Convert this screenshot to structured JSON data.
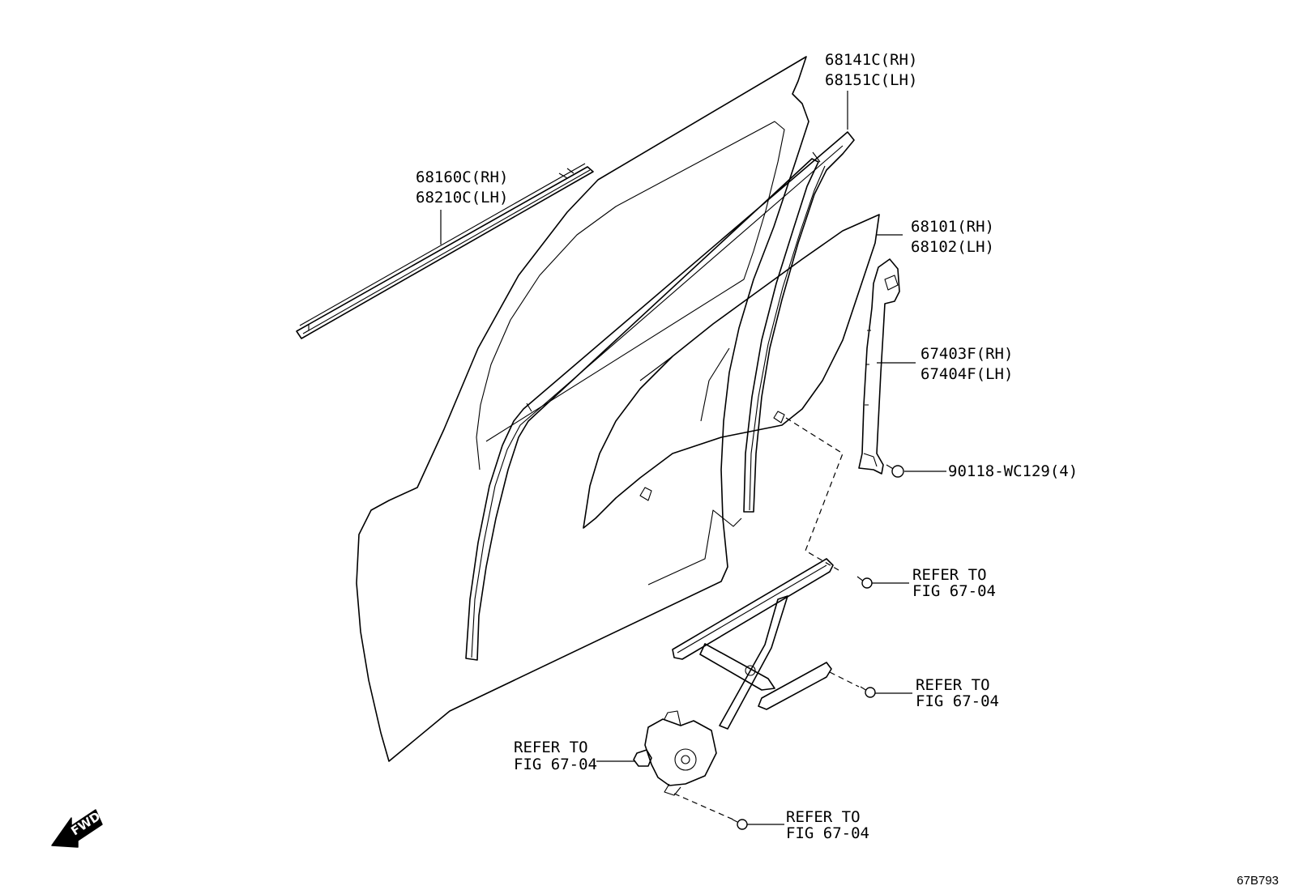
{
  "callouts": [
    {
      "id": "outer-weatherstrip",
      "lines": [
        "68160C(RH)",
        "68210C(LH)"
      ]
    },
    {
      "id": "run-channel",
      "lines": [
        "68141C(RH)",
        "68151C(LH)"
      ]
    },
    {
      "id": "door-glass",
      "lines": [
        "68101(RH)",
        "68102(LH)"
      ]
    },
    {
      "id": "rear-sash",
      "lines": [
        "67403F(RH)",
        "67404F(LH)"
      ]
    },
    {
      "id": "sash-bolt",
      "lines": [
        "90118-WC129(4)"
      ]
    },
    {
      "id": "regulator-bolt-upper",
      "lines": [
        "REFER TO",
        "FIG 67-04"
      ]
    },
    {
      "id": "regulator-bolt-middle",
      "lines": [
        "REFER TO",
        "FIG 67-04"
      ]
    },
    {
      "id": "regulator-motor",
      "lines": [
        "REFER TO",
        "FIG 67-04"
      ]
    },
    {
      "id": "regulator-bolt-lower",
      "lines": [
        "REFER TO",
        "FIG 67-04"
      ]
    }
  ],
  "fwd_label": "FWD",
  "diagram_code": "67B793"
}
